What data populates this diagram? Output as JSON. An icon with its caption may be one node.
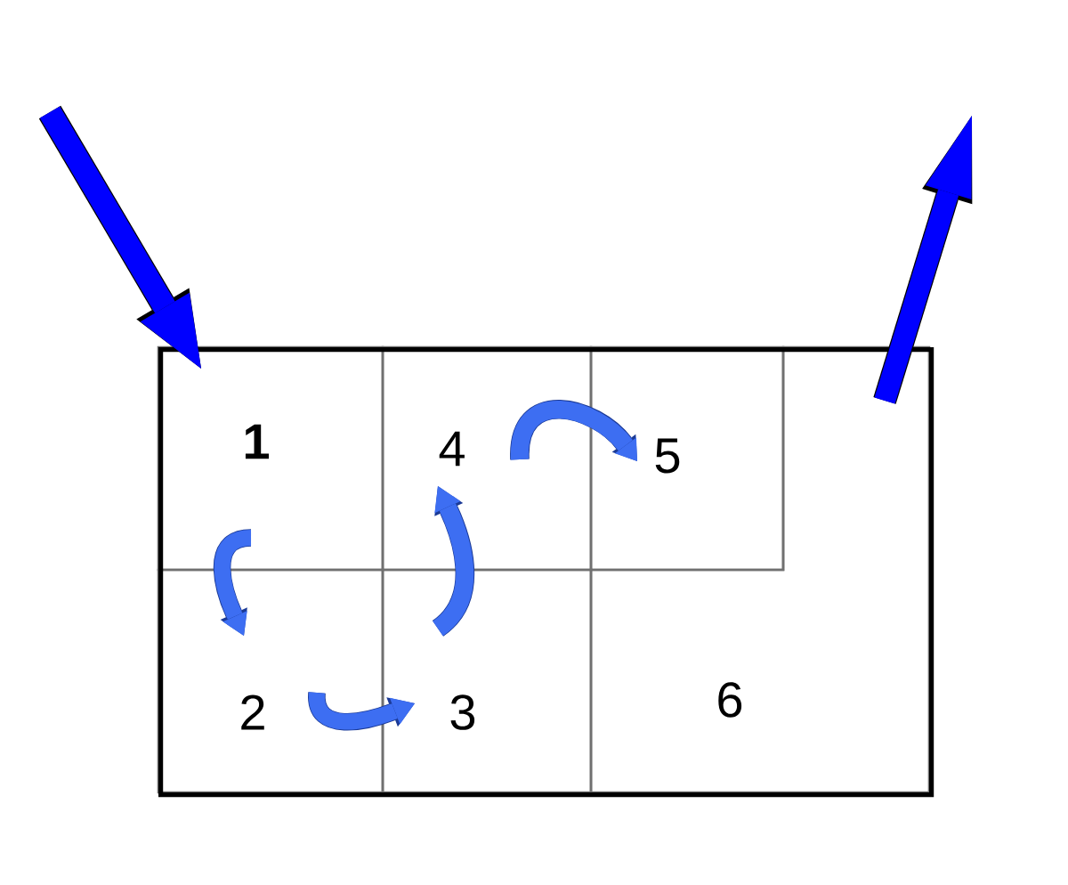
{
  "diagram": {
    "nodes": [
      {
        "text": [],
        "shape": "box"
      },
      {
        "text": [
          "1"
        ],
        "in": 0
      },
      {
        "text": [
          "4"
        ],
        "in": 0
      },
      {
        "text": [
          "5"
        ],
        "in": 0
      },
      {
        "text": [
          "2"
        ],
        "in": 0
      },
      {
        "text": [
          "3"
        ],
        "in": 0
      },
      {
        "text": [
          "6"
        ],
        "in": 0
      }
    ],
    "edges": [
      {
        "from": null,
        "to": 1,
        "arrow": "to",
        "color": "#0000ff"
      },
      {
        "from": 1,
        "to": 4,
        "arrow": "to"
      },
      {
        "from": 4,
        "to": 5,
        "arrow": "to"
      },
      {
        "from": 5,
        "to": 2,
        "arrow": "to"
      },
      {
        "from": 2,
        "to": 3,
        "arrow": "to"
      },
      {
        "from": 6,
        "to": null,
        "arrow": "to",
        "color": "#0000ff"
      }
    ]
  }
}
